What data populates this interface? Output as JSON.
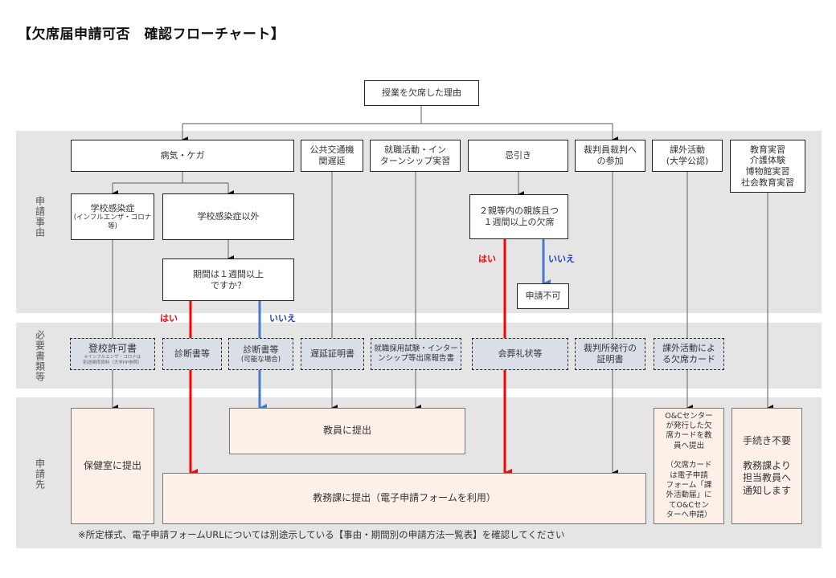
{
  "title": "【欠席届申請可否　確認フローチャート】",
  "bands": {
    "reason_label": "申請事由",
    "documents_label": "必要書類等",
    "destination_label": "申請先"
  },
  "root": "授業を欠席した理由",
  "reasons": {
    "illness": "病気・ケガ",
    "transport": "公共交通機\n関遅延",
    "job": "就職活動・イン\nターンシップ実習",
    "bereavement": "忌引き",
    "jury": "裁判員裁判へ\nの参加",
    "extracurricular": "課外活動\n(大学公認)",
    "practicum": "教育実習\n介護体験\n博物館実習\n社会教育実習"
  },
  "illness_branches": {
    "infectious": "学校感染症",
    "infectious_note": "(インフルエンザ・コロナ\n等)",
    "other": "学校感染症以外"
  },
  "questions": {
    "duration": "期間は１週間以上\nですか？",
    "bereavement": "２親等内の親族且つ\n１週間以上の欠席"
  },
  "answers": {
    "yes": "はい",
    "no": "いいえ"
  },
  "not_allowed": "申請不可",
  "documents": {
    "school_permit": "登校許可書",
    "school_permit_note": "※インフルエンザ・コロナは\n別途関係資料（大学HP参照）",
    "medical_cert": "診断書等",
    "medical_cert_optional": "診断書等",
    "medical_cert_optional_note": "(可能な場合)",
    "delay_cert": "遅延証明書",
    "job_report": "就職採用試験・インター\nンシップ等出席報告書",
    "funeral": "会葬礼状等",
    "court_cert": "裁判所発行の\n証明書",
    "activity_card": "課外活動によ\nる欠席カード"
  },
  "destinations": {
    "health_room": "保健室に提出",
    "teacher": "教員に提出",
    "academic_affairs": "教務課に提出（電子申請フォームを利用）",
    "oc_center": "O&Cセンター\nが発行した欠\n席カードを教\n員へ提出\n\n（欠席カード\nは電子申請\nフォーム「課\n外活動届」に\nてO&Cセン\nターへ申請）",
    "no_procedure": "手続き不要\n\n教務課より\n担当教員へ\n通知します"
  },
  "footnote": "※所定様式、電子申請フォームURLについては別途示している【事由・期間別の申請方法一覧表】を確認してください",
  "colors": {
    "yes_line": "#ff0000",
    "no_line": "#4a78d0",
    "band": "#e5e5e5",
    "doc_fill": "#d9dee7",
    "dest_fill": "#fdf0e8"
  }
}
